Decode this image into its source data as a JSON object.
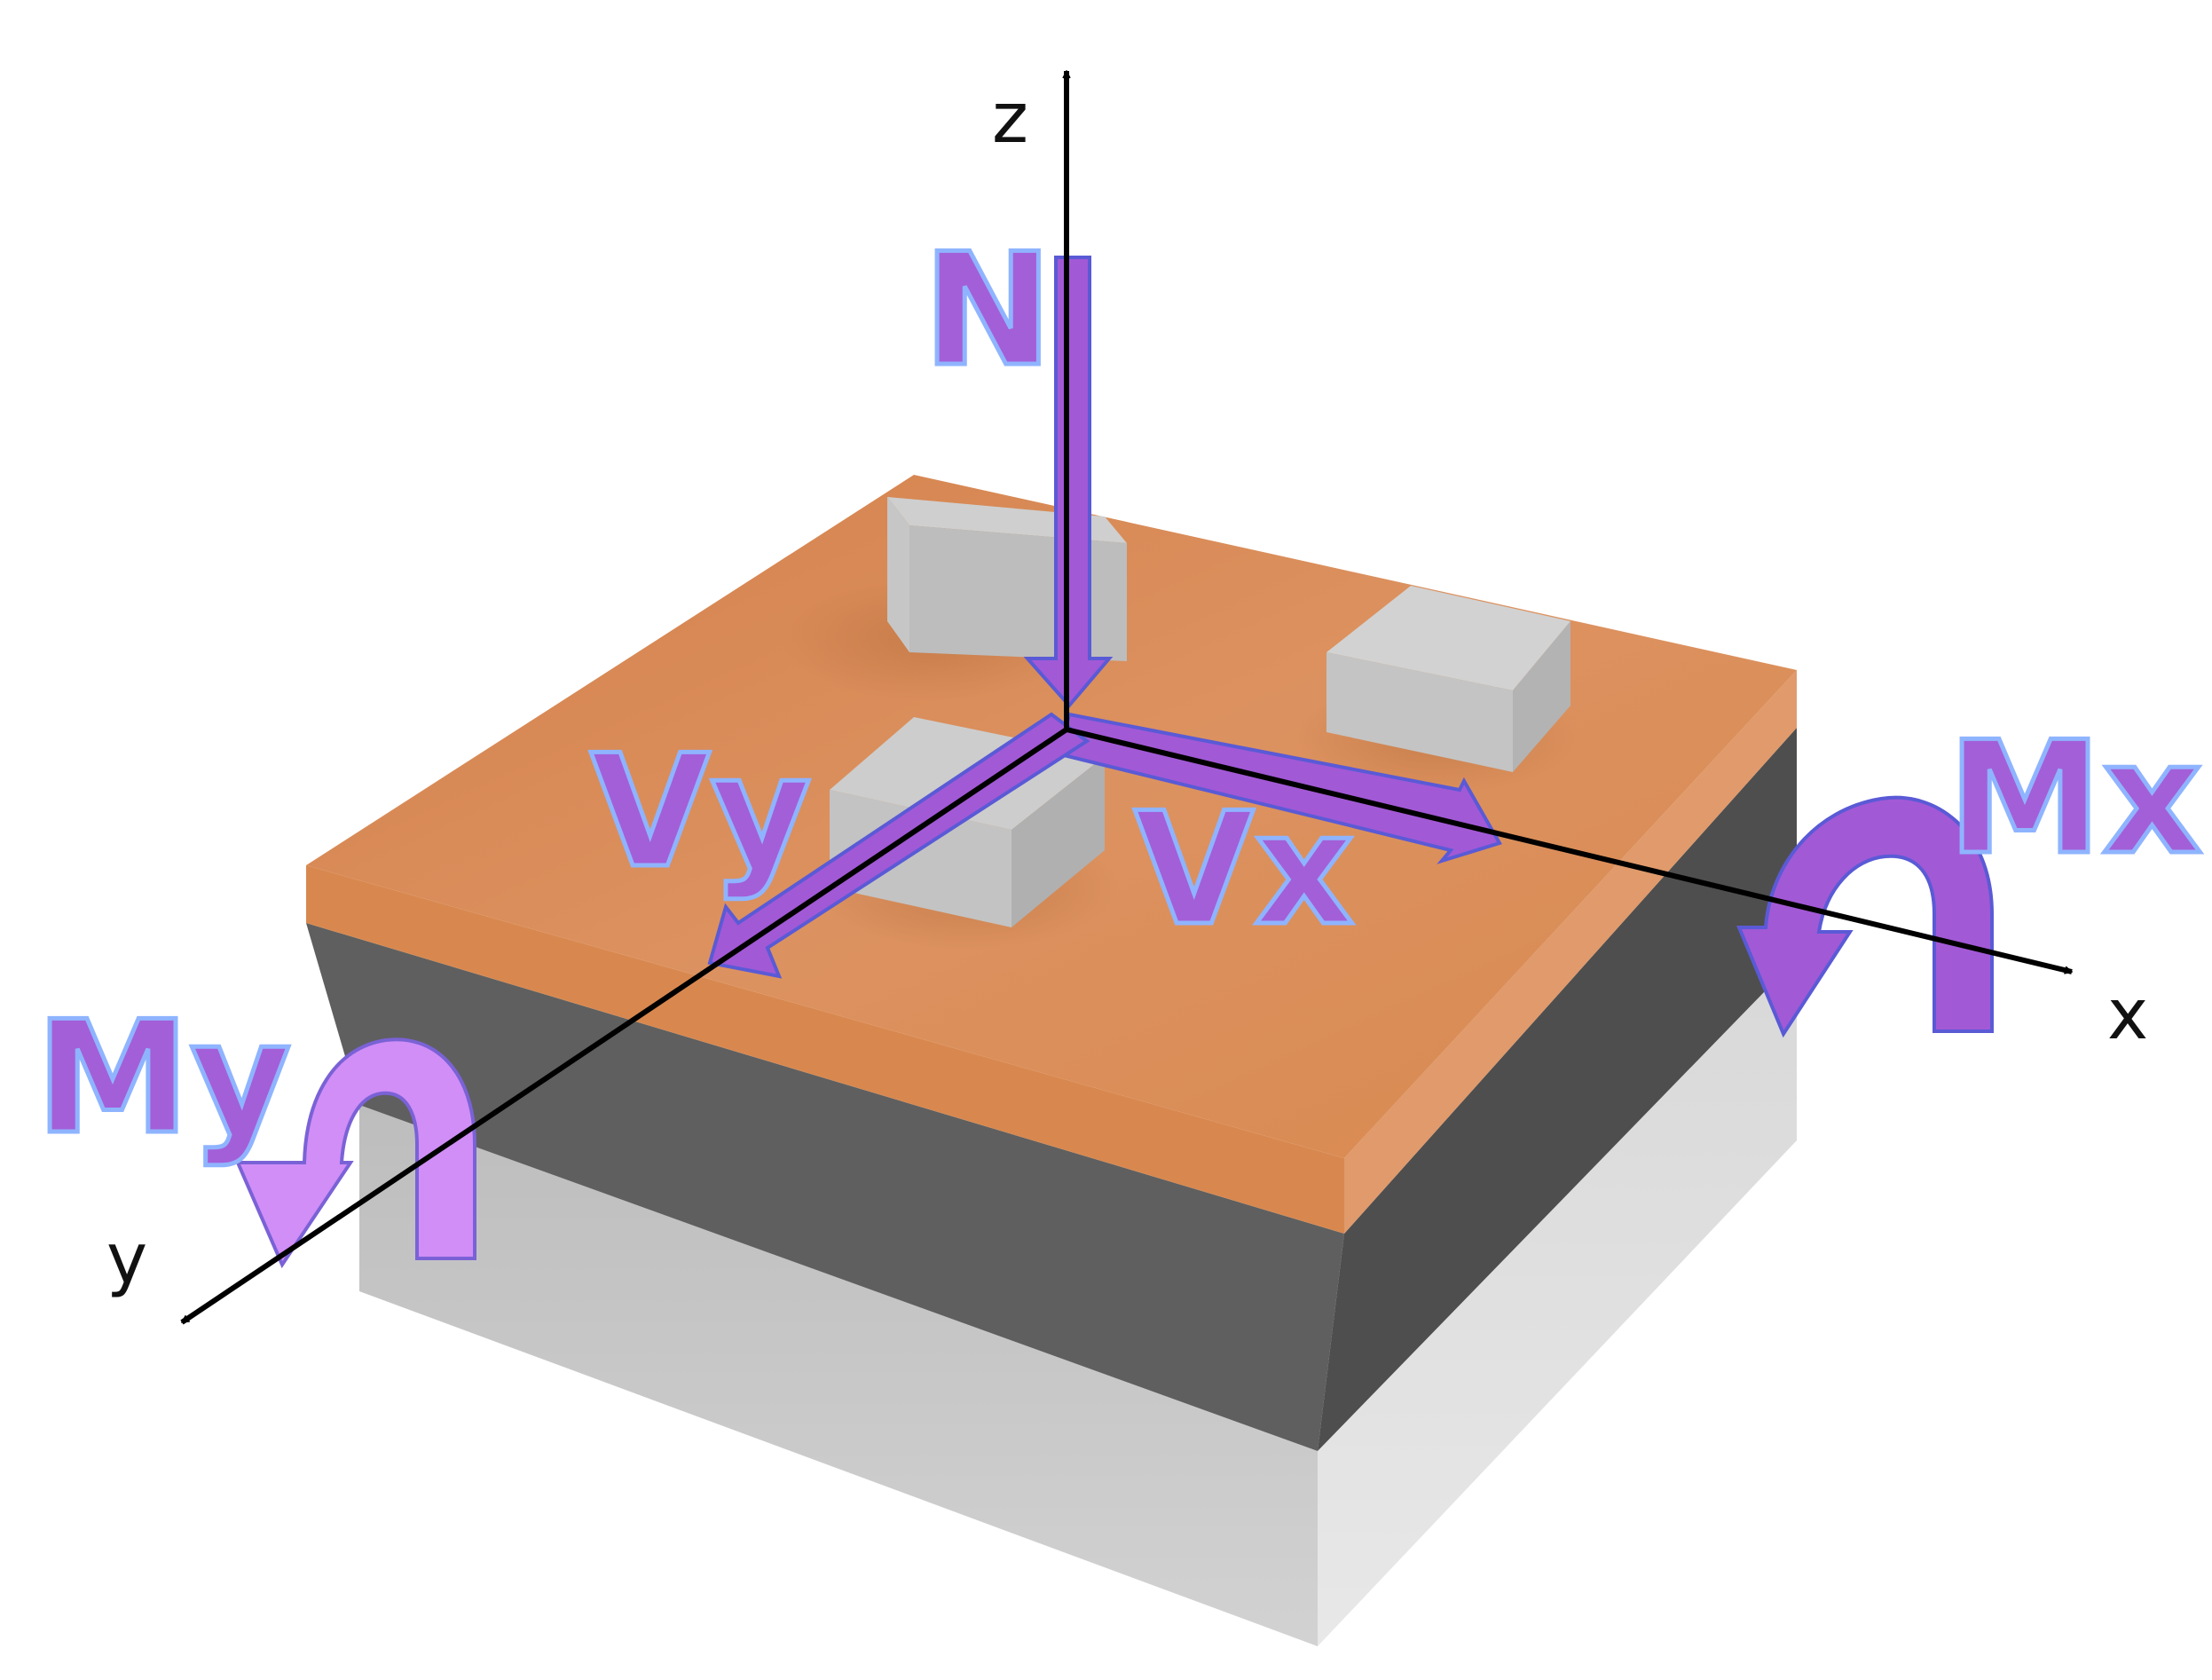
{
  "axes": {
    "x_label": "x",
    "y_label": "y",
    "z_label": "z"
  },
  "forces": {
    "normal": "N",
    "shear_x": "Vx",
    "shear_y": "Vy",
    "moment_x": "Mx",
    "moment_y": "My"
  },
  "colors": {
    "slab_top": "#d98d57",
    "slab_front": "#d8884f",
    "slab_side": "#e09868",
    "dark_layer_front": "#606060",
    "dark_layer_side": "#4f4f4f",
    "light_layer_front": "#c4c4c4",
    "light_layer_side": "#d9d9d9",
    "block": "#c8c8c8",
    "force_arrow": "#a259d6",
    "moment_light": "#d18ef7",
    "label_fill": "#a35fd8",
    "label_stroke": "#8fb4ff",
    "axis": "#000000"
  }
}
